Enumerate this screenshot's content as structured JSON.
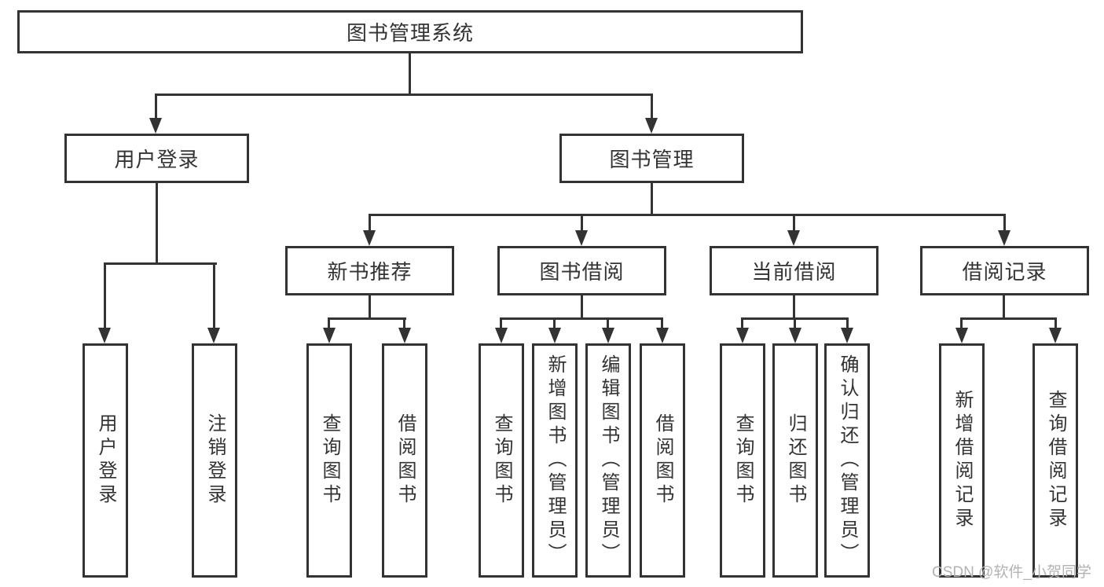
{
  "diagram_type": "tree",
  "tree": {
    "root": {
      "label": "图书管理系统",
      "children": [
        {
          "label": "用户登录",
          "children": [
            {
              "label": "用户登录"
            },
            {
              "label": "注销登录"
            }
          ]
        },
        {
          "label": "图书管理",
          "children": [
            {
              "label": "新书推荐",
              "children": [
                {
                  "label": "查询图书"
                },
                {
                  "label": "借阅图书"
                }
              ]
            },
            {
              "label": "图书借阅",
              "children": [
                {
                  "label": "查询图书"
                },
                {
                  "label": "新增图书（管理员）"
                },
                {
                  "label": "编辑图书（管理员）"
                },
                {
                  "label": "借阅图书"
                }
              ]
            },
            {
              "label": "当前借阅",
              "children": [
                {
                  "label": "查询图书"
                },
                {
                  "label": "归还图书"
                },
                {
                  "label": "确认归还（管理员）"
                }
              ]
            },
            {
              "label": "借阅记录",
              "children": [
                {
                  "label": "新增借阅记录"
                },
                {
                  "label": "查询借阅记录"
                }
              ]
            }
          ]
        }
      ]
    }
  },
  "watermark": {
    "text": "CSDN @软件_小贺同学"
  },
  "colors": {
    "line": "#333333",
    "box_border": "#333333",
    "text": "#333333",
    "watermark": "#b3b3b3",
    "background": "#ffffff"
  }
}
